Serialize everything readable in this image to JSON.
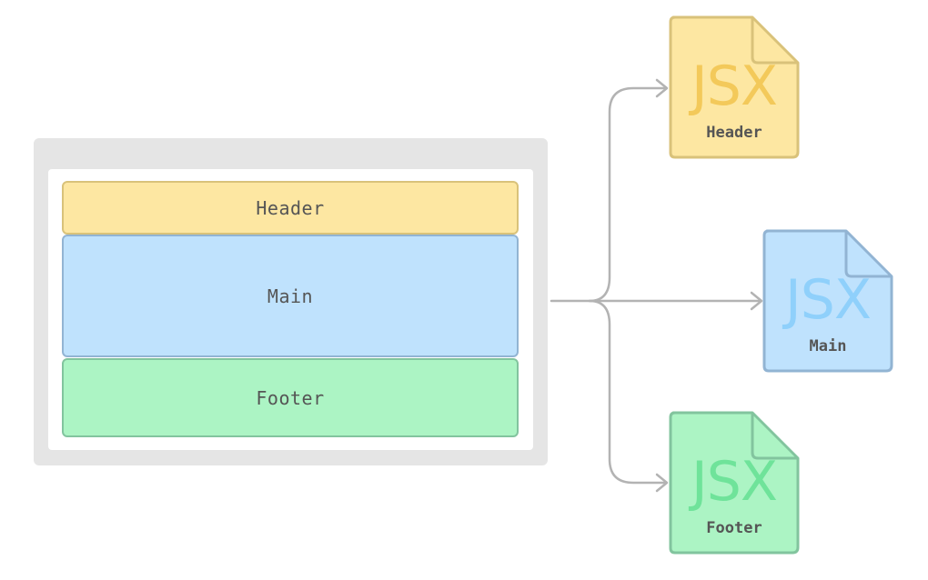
{
  "layout": {
    "sections": [
      {
        "label": "Header"
      },
      {
        "label": "Main"
      },
      {
        "label": "Footer"
      }
    ]
  },
  "files": [
    {
      "badge": "JSX",
      "name": "Header"
    },
    {
      "badge": "JSX",
      "name": "Main"
    },
    {
      "badge": "JSX",
      "name": "Footer"
    }
  ],
  "colors": {
    "header_fill": "#fde7a2",
    "header_border": "#d9c27a",
    "header_badge": "#f3c95a",
    "main_fill": "#bfe2fd",
    "main_border": "#92b4d3",
    "main_badge": "#8fd0fb",
    "footer_fill": "#acf4c4",
    "footer_border": "#82c49e",
    "footer_badge": "#6fe39a",
    "frame": "#e5e5e5",
    "arrow": "#b3b3b3"
  }
}
